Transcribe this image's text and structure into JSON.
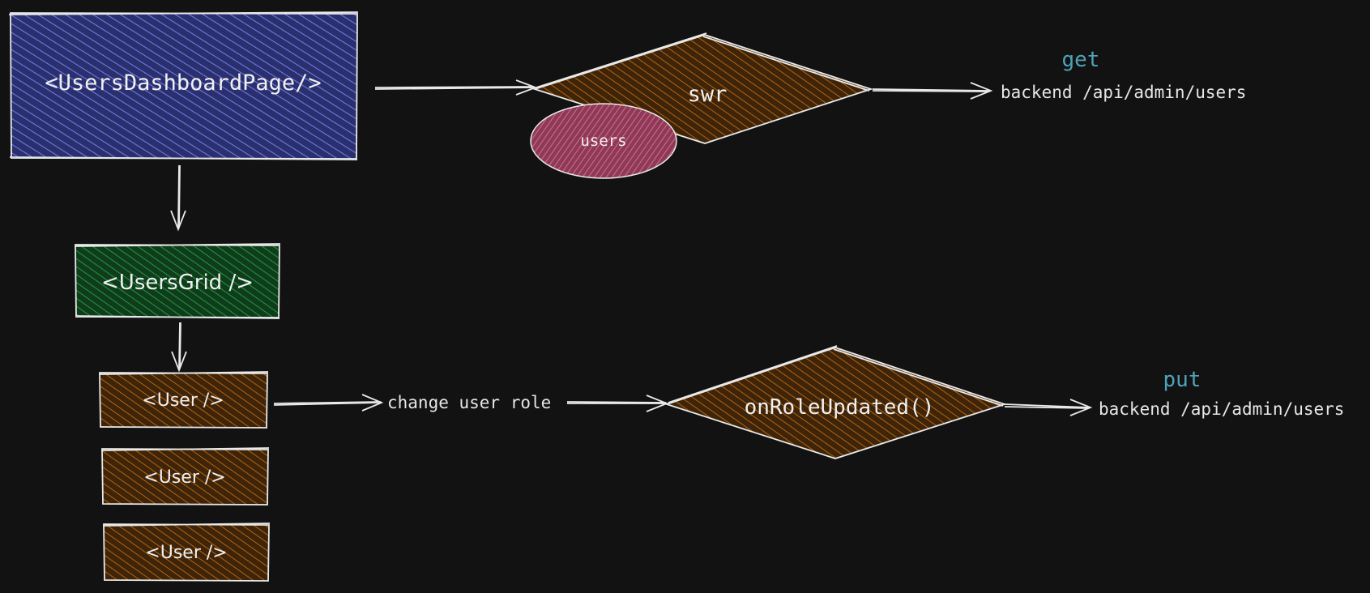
{
  "canvas": {
    "background": "#121212"
  },
  "colors": {
    "stroke": "#e9e9e9",
    "blue_fill": "#5b66d4",
    "green_fill": "#1f8f3a",
    "orange_fill": "#c46a12",
    "pink_fill": "#d95f86",
    "method_text": "#4fa3b8",
    "label_text": "#e6e6e6"
  },
  "nodes": {
    "dashboard_page": {
      "label": "<UsersDashboardPage/>"
    },
    "users_grid": {
      "label": "<UsersGrid />"
    },
    "user_items": [
      {
        "label": "<User />"
      },
      {
        "label": "<User />"
      },
      {
        "label": "<User />"
      }
    ],
    "swr": {
      "label": "swr"
    },
    "users_cache": {
      "label": "users"
    },
    "on_role_updated": {
      "label": "onRoleUpdated()"
    }
  },
  "edge_labels": {
    "change_user_role": "change user role"
  },
  "endpoints": {
    "get": {
      "method": "get",
      "path": "backend /api/admin/users"
    },
    "put": {
      "method": "put",
      "path": "backend /api/admin/users"
    }
  }
}
